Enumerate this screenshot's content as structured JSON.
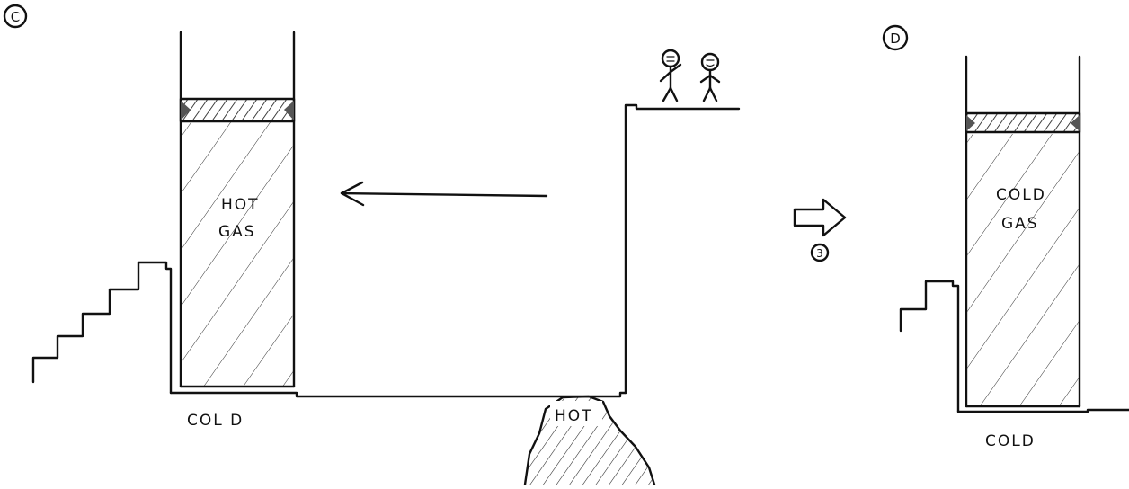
{
  "panel_c": {
    "marker": "C",
    "gas_label_line1": "HOT",
    "gas_label_line2": "GAS",
    "base_label": "COL D",
    "rock_label": "HOT"
  },
  "transition": {
    "step_number": "3"
  },
  "panel_d": {
    "marker": "D",
    "gas_label_line1": "COLD",
    "gas_label_line2": "GAS",
    "base_label": "COLD"
  },
  "colors": {
    "ink": "#111111",
    "background": "#ffffff",
    "piston_dots": "#555555"
  }
}
